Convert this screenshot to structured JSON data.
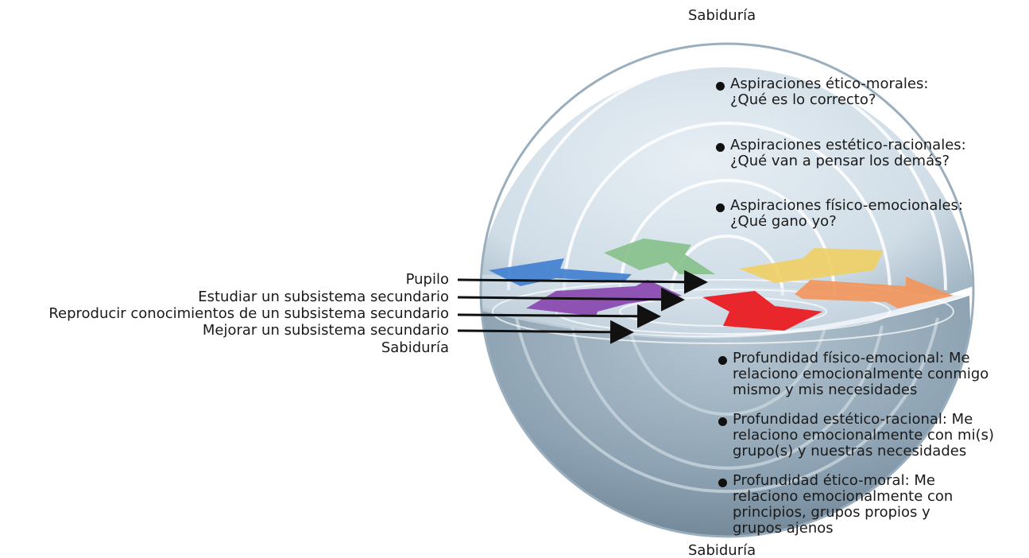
{
  "labels": {
    "top_wisdom": "Sabiduría",
    "bottom_wisdom": "Sabiduría",
    "left_wisdom": "Sabiduría",
    "left_items": [
      "Pupilo",
      "Estudiar un subsistema secundario",
      "Reproducir conocimientos de un subsistema secundario",
      "Mejorar un subsistema secundario"
    ]
  },
  "aspirations": [
    {
      "line1": "Aspiraciones ético-morales:",
      "line2": "¿Qué es lo correcto?"
    },
    {
      "line1": "Aspiraciones estético-racionales:",
      "line2": "¿Qué van a pensar los demás?"
    },
    {
      "line1": "Aspiraciones físico-emocionales:",
      "line2": "¿Qué gano yo?"
    }
  ],
  "depths": [
    {
      "line1": "Profundidad físico-emocional: Me",
      "line2": "relaciono emocionalmente conmigo",
      "line3": "mismo y mis necesidades"
    },
    {
      "line1": "Profundidad estético-racional: Me",
      "line2": "relaciono emocionalmente con mi(s)",
      "line3": "grupo(s) y nuestras necesidades"
    },
    {
      "line1": "Profundidad ético-moral: Me",
      "line2": "relaciono emocionalmente con",
      "line3": "principios, grupos propios y",
      "line4": "grupos ajenos"
    }
  ],
  "colors": {
    "upper_hemisphere": "#d4e1ea",
    "lower_hemisphere": "#8ea3b3",
    "arrow_blue": "#3f7ed0",
    "arrow_green": "#86c08a",
    "arrow_yellow": "#f0cf63",
    "arrow_orange": "#f3955a",
    "arrow_red": "#e8262b",
    "arrow_purple": "#8a4bb0"
  }
}
